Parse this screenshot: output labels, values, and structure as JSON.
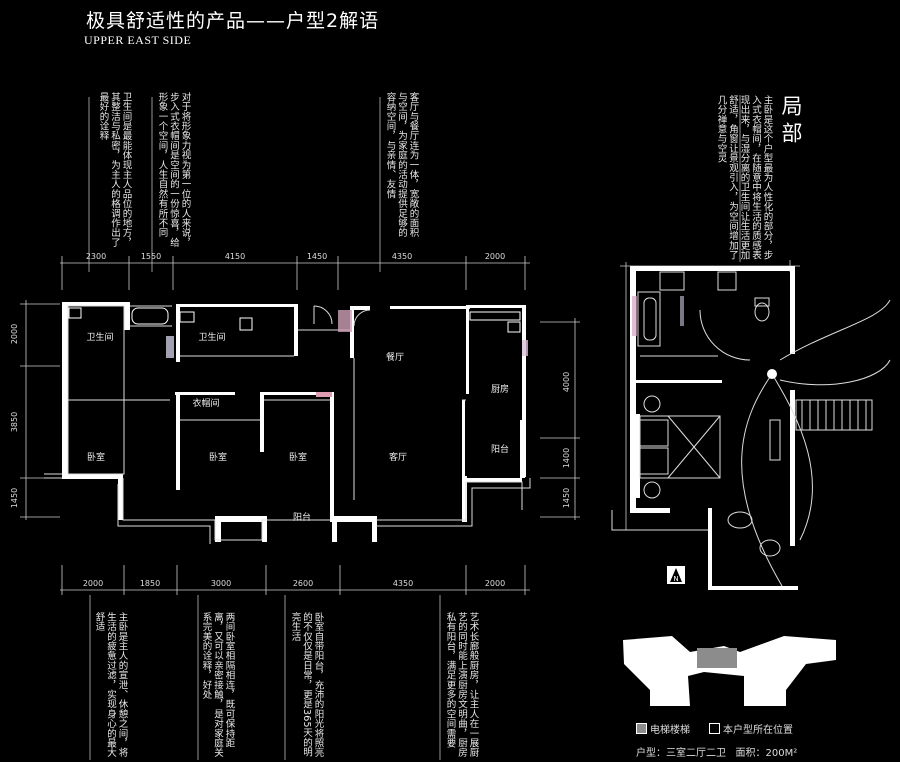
{
  "header": {
    "title": "极具舒适性的产品——户型2解语",
    "subtitle": "UPPER EAST SIDE"
  },
  "notes_top": [
    "卫生间是最能体现主人品位的地方，其整洁与私密，为主人的格调作出了最好的诠释",
    "对于将形象力视为第一位的人来说，步入式衣帽间是空间的一份惊喜，给形象一个空间，人生自然有所不同",
    "客厅与餐厅连为一体，宽敞的面积与空间，为家庭的活动提供足够的容纳空间，与亲情、友情"
  ],
  "notes_bottom": [
    "主卧是主人的宣泄、休憩之间，将生活的疲惫过滤，实现身心的最大舒适",
    "两间卧室相隔相连，既可保持距离，又可以亲密接触，是对家庭关系完美的诠释，好处",
    "卧室自带阳台，充沛的阳光将照亮的不仅仅是日常，更是365天的明亮生活",
    "艺术长廊般厨房，让主人在一展厨艺的同时能上演厨房文明曲，厨房私有阳台，满足更多的空间需要"
  ],
  "side_note": "主卧是这个户型最为人性化的部分，步入式衣帽间，在随意中将生活的质感表现出来，与湿分离的卫生间让生活更加舒适，角窗让景观引入，为空间增加了几分禅意与空灵",
  "side_title": "局部",
  "dims_top": [
    "2300",
    "1550",
    "4150",
    "1450",
    "4350",
    "2000"
  ],
  "dims_bottom": [
    "2000",
    "1850",
    "3000",
    "2600",
    "4350",
    "2000"
  ],
  "dims_left": [
    "2000",
    "3850",
    "1450"
  ],
  "dims_right": [
    "4000",
    "1400",
    "1450"
  ],
  "rooms": {
    "bath1": "卫生间",
    "bath2": "卫生间",
    "closet": "衣帽间",
    "dining": "餐厅",
    "kitchen": "厨房",
    "balcony_r": "阳台",
    "bed1": "卧室",
    "bed2": "卧室",
    "bed3": "卧室",
    "living": "客厅",
    "balcony_b": "阳台"
  },
  "compass_label": "N",
  "legend": {
    "item1": "电梯楼梯",
    "item2": "本户型所在位置",
    "color1": "#8c8c8c",
    "color2": "#000000"
  },
  "info": {
    "type_label": "户型：",
    "type_value": "三室二厅二卫",
    "area_label": "面积：",
    "area_value": "200M²"
  }
}
